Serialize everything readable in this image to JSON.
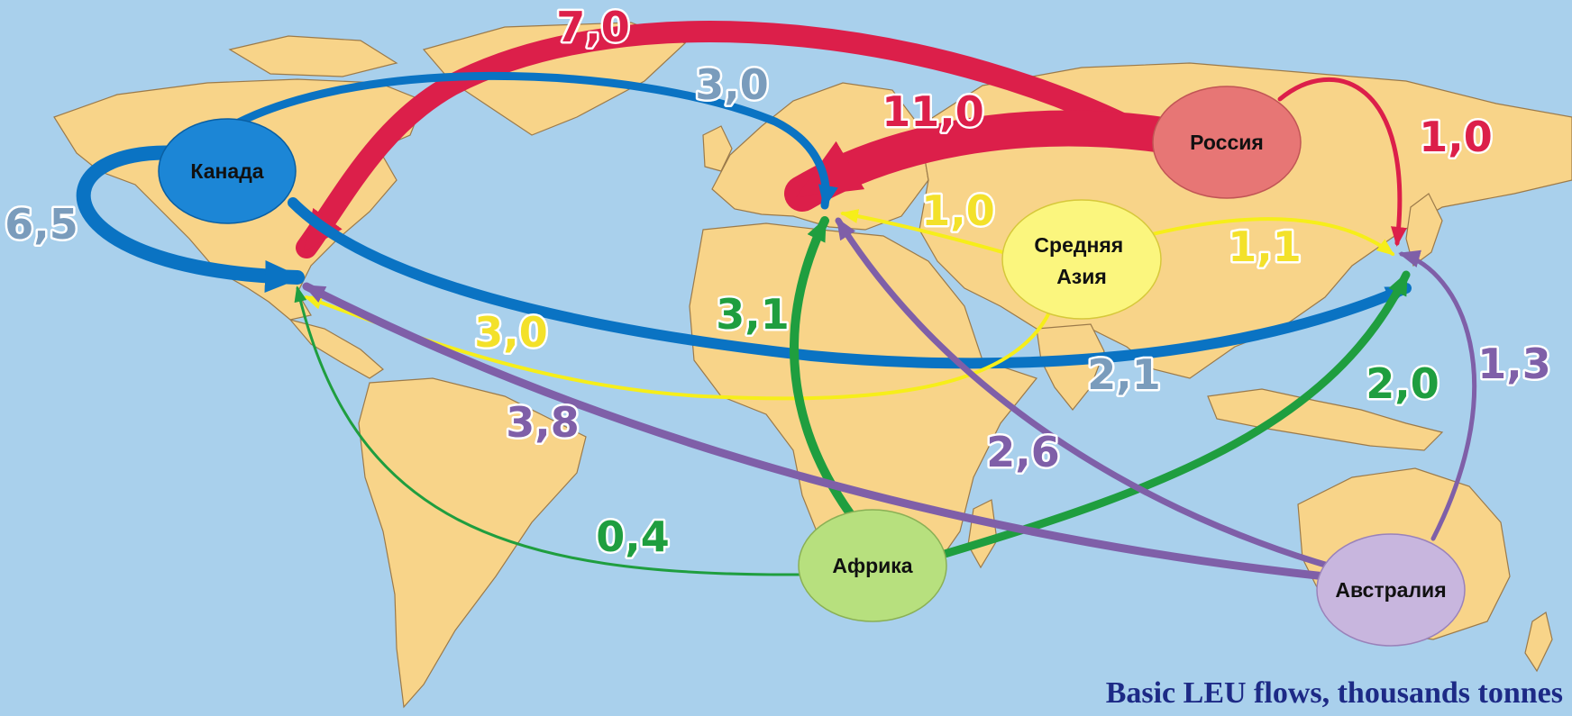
{
  "caption": "Basic LEU flows, thousands tonnes",
  "colors": {
    "ocean": "#a9d0ec",
    "land": "#f8d489",
    "russia": "#dc1f4a",
    "canada": "#0a73c3",
    "central_asia": "#f6ee1a",
    "africa": "#1f9e3f",
    "australia": "#7f5fa8"
  },
  "regions": [
    {
      "id": "canada",
      "label": "Канада",
      "fill": "#1c86d6",
      "icon": "region-bubble"
    },
    {
      "id": "russia",
      "label": "Россия",
      "fill": "#e77675",
      "icon": "region-bubble"
    },
    {
      "id": "central_asia",
      "label_lines": [
        "Средняя",
        "Азия"
      ],
      "fill": "#fbf67e",
      "icon": "region-bubble"
    },
    {
      "id": "africa",
      "label": "Африка",
      "fill": "#b7e07e",
      "icon": "region-bubble"
    },
    {
      "id": "australia",
      "label": "Австралия",
      "fill": "#c8b6de",
      "icon": "region-bubble"
    }
  ],
  "flows": [
    {
      "id": "russia-usa",
      "from": "Россия",
      "to": "USA",
      "value": "7,0",
      "color": "#dc1f4a"
    },
    {
      "id": "russia-europe",
      "from": "Россия",
      "to": "Europe",
      "value": "11,0",
      "color": "#dc1f4a"
    },
    {
      "id": "russia-east-asia",
      "from": "Россия",
      "to": "East Asia",
      "value": "1,0",
      "color": "#dc1f4a"
    },
    {
      "id": "canada-europe",
      "from": "Канада",
      "to": "Europe",
      "value": "3,0",
      "color": "#0a73c3"
    },
    {
      "id": "canada-usa",
      "from": "Канада",
      "to": "USA",
      "value": "6,5",
      "color": "#0a73c3"
    },
    {
      "id": "canada-east-asia",
      "from": "Канада",
      "to": "East Asia",
      "value": "2,1",
      "color": "#0a73c3"
    },
    {
      "id": "central-asia-europe",
      "from": "Средняя Азия",
      "to": "Europe",
      "value": "1,0",
      "color": "#f6ee1a"
    },
    {
      "id": "central-asia-east-asia",
      "from": "Средняя Азия",
      "to": "East Asia",
      "value": "1,1",
      "color": "#f6ee1a"
    },
    {
      "id": "central-asia-usa",
      "from": "Средняя Азия",
      "to": "USA",
      "value": "3,0",
      "color": "#f6ee1a"
    },
    {
      "id": "africa-europe",
      "from": "Африка",
      "to": "Europe",
      "value": "3,1",
      "color": "#1f9e3f"
    },
    {
      "id": "africa-usa",
      "from": "Африка",
      "to": "USA",
      "value": "0,4",
      "color": "#1f9e3f"
    },
    {
      "id": "africa-east-asia",
      "from": "Африка",
      "to": "East Asia",
      "value": "2,0",
      "color": "#1f9e3f"
    },
    {
      "id": "australia-usa",
      "from": "Австралия",
      "to": "USA",
      "value": "3,8",
      "color": "#7f5fa8"
    },
    {
      "id": "australia-europe",
      "from": "Австралия",
      "to": "Europe",
      "value": "2,6",
      "color": "#7f5fa8"
    },
    {
      "id": "australia-east-asia",
      "from": "Австралия",
      "to": "East Asia",
      "value": "1,3",
      "color": "#7f5fa8"
    }
  ]
}
